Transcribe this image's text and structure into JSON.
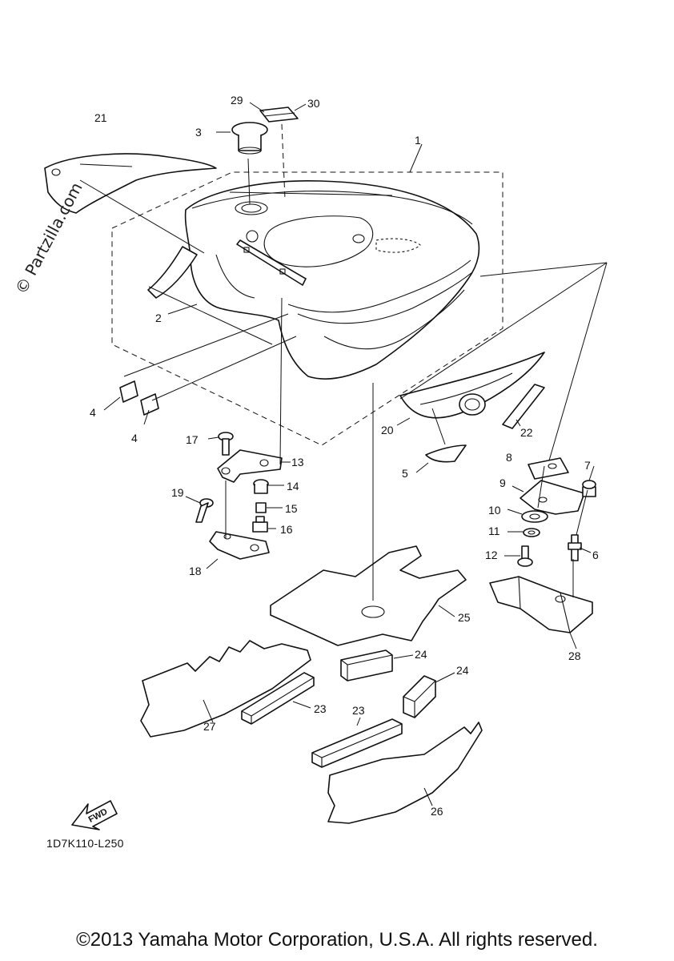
{
  "diagram": {
    "watermark": "© Partzilla.com",
    "reference_code": "1D7K110-L250",
    "copyright": "©2013 Yamaha Motor Corporation, U.S.A. All rights reserved.",
    "direction_label": "FWD",
    "callouts": [
      "1",
      "2",
      "3",
      "4",
      "4",
      "5",
      "6",
      "7",
      "8",
      "9",
      "10",
      "11",
      "12",
      "13",
      "14",
      "15",
      "16",
      "17",
      "18",
      "19",
      "20",
      "21",
      "22",
      "23",
      "23",
      "24",
      "24",
      "25",
      "26",
      "27",
      "28",
      "29",
      "30"
    ]
  }
}
